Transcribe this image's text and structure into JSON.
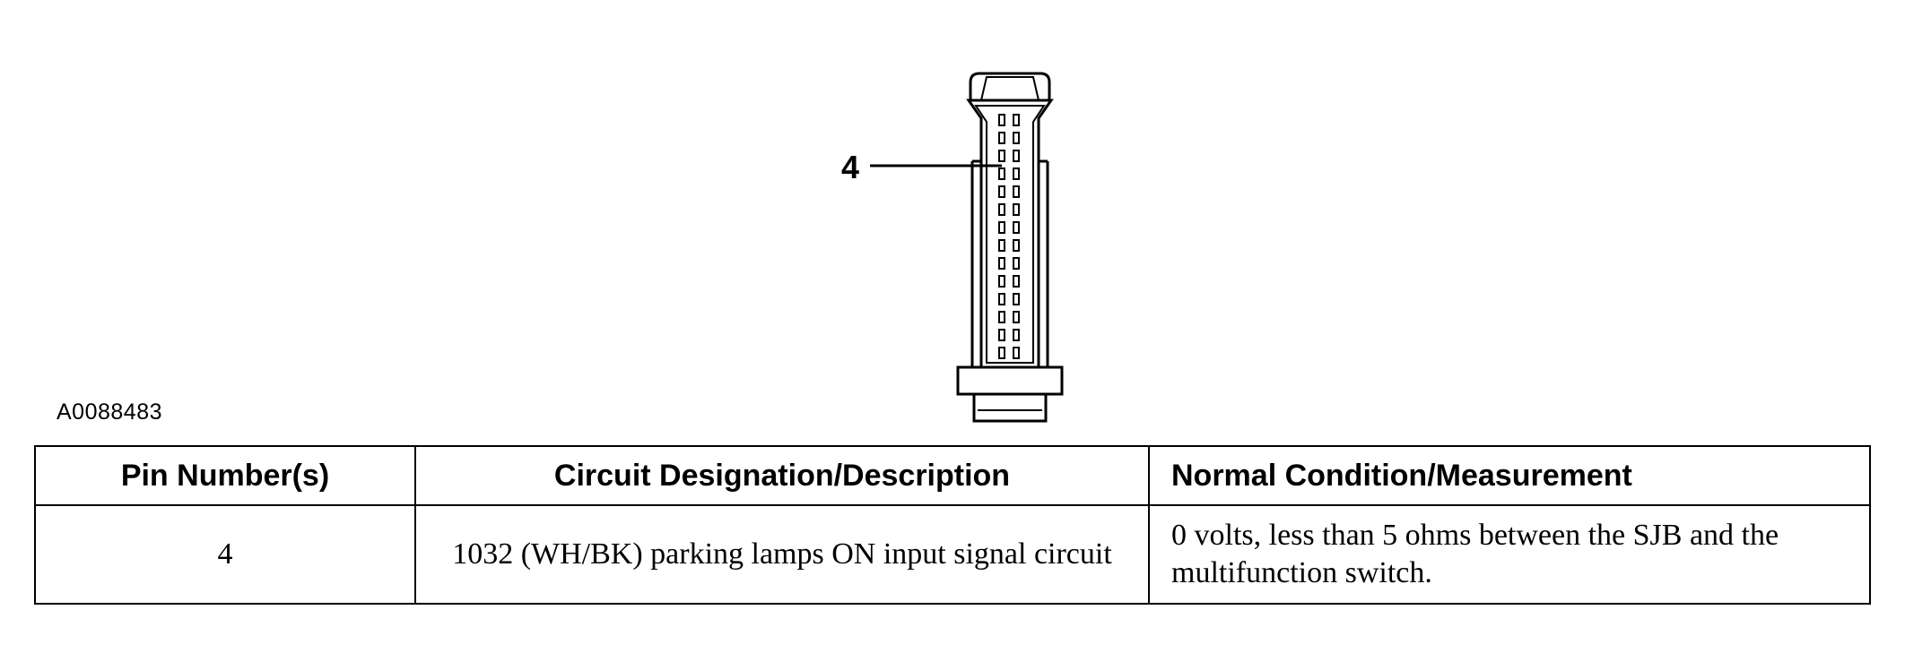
{
  "figure": {
    "id": "A0088483",
    "callout_label": "4"
  },
  "table": {
    "headers": [
      "Pin Number(s)",
      "Circuit Designation/Description",
      "Normal Condition/Measurement"
    ],
    "rows": [
      [
        "4",
        "1032 (WH/BK) parking lamps ON input signal circuit",
        "0 volts, less than 5 ohms between the SJB and the multifunction switch."
      ]
    ]
  }
}
